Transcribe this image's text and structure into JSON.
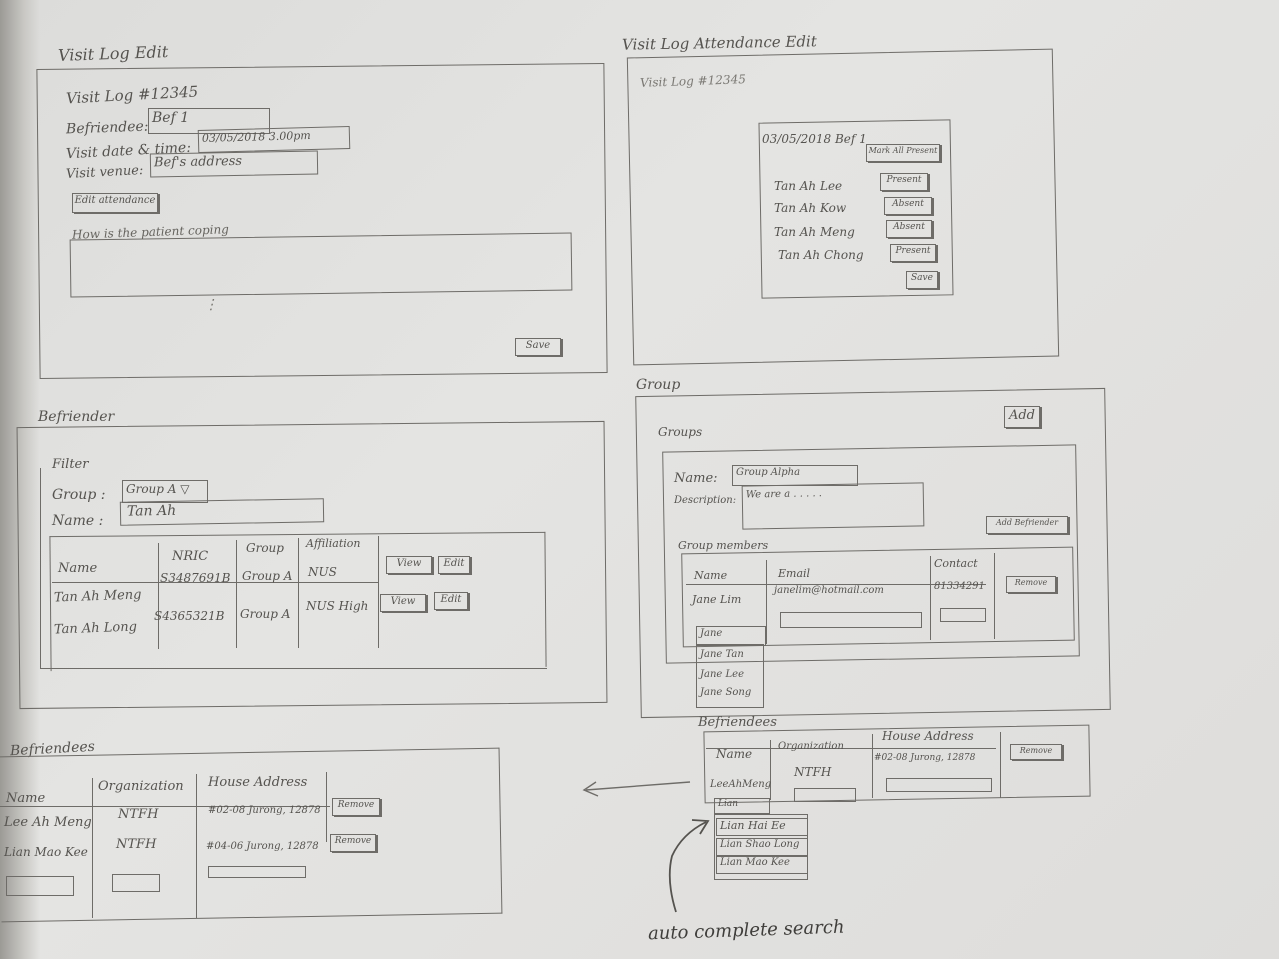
{
  "visit_log_edit": {
    "title": "Visit Log Edit",
    "log_number": "Visit Log #12345",
    "befriendee_label": "Befriendee:",
    "befriendee_value": "Bef 1",
    "date_label": "Visit date & time:",
    "date_value": "03/05/2018 3.00pm",
    "venue_label": "Visit venue:",
    "venue_value": "Bef's address",
    "edit_attendance": "Edit attendance",
    "question": "How is the patient coping",
    "save": "Save"
  },
  "attendance_edit": {
    "title": "Visit Log Attendance Edit",
    "log_number": "Visit Log #12345",
    "header": "03/05/2018  Bef 1",
    "mark_all": "Mark All Present",
    "rows": [
      {
        "name": "Tan Ah Lee",
        "status": "Present"
      },
      {
        "name": "Tan Ah Kow",
        "status": "Absent"
      },
      {
        "name": "Tan Ah Meng",
        "status": "Absent"
      },
      {
        "name": "Tan Ah Chong",
        "status": "Present"
      }
    ],
    "save": "Save"
  },
  "befriender": {
    "title": "Befriender",
    "filter_label": "Filter",
    "group_label": "Group :",
    "group_value": "Group A",
    "name_label": "Name :",
    "name_value": "Tan Ah",
    "columns": [
      "Name",
      "NRIC",
      "Group",
      "Affiliation"
    ],
    "rows": [
      {
        "name": "Tan Ah Meng",
        "nric": "S3487691B",
        "group": "Group A",
        "affiliation": "NUS"
      },
      {
        "name": "Tan Ah Long",
        "nric": "S4365321B",
        "group": "Group A",
        "affiliation": "NUS High"
      }
    ],
    "view": "View",
    "edit": "Edit"
  },
  "group": {
    "title": "Group",
    "add": "Add",
    "groups_label": "Groups",
    "name_label": "Name:",
    "name_value": "Group Alpha",
    "description_label": "Description:",
    "description_value": "We are a . . . . .",
    "add_befriender": "Add Befriender",
    "members_label": "Group members",
    "members_columns": [
      "Name",
      "Email",
      "Contact"
    ],
    "member": {
      "name": "Jane Lim",
      "email": "janelim@hotmail.com",
      "contact": "81334291"
    },
    "remove": "Remove",
    "typed": "Jane",
    "suggestions": [
      "Jane Tan",
      "Jane Lee",
      "Jane Song"
    ]
  },
  "befriendees_group": {
    "title": "Befriendees",
    "columns": [
      "Name",
      "Organization",
      "House Address"
    ],
    "row": {
      "name": "LeeAhMeng",
      "org": "NTFH",
      "address": "#02-08 Jurong, 12878"
    },
    "remove": "Remove",
    "typed": "Lian",
    "suggestions": [
      "Lian Hai Ee",
      "Lian Shao Long",
      "Lian Mao Kee"
    ]
  },
  "befriendees": {
    "title": "Befriendees",
    "columns": [
      "Name",
      "Organization",
      "House Address"
    ],
    "rows": [
      {
        "name": "Lee Ah Meng",
        "org": "NTFH",
        "address": "#02-08 Jurong, 12878"
      },
      {
        "name": "Lian Mao Kee",
        "org": "NTFH",
        "address": "#04-06 Jurong, 12878"
      }
    ],
    "remove": "Remove"
  },
  "annotation": "auto complete search"
}
